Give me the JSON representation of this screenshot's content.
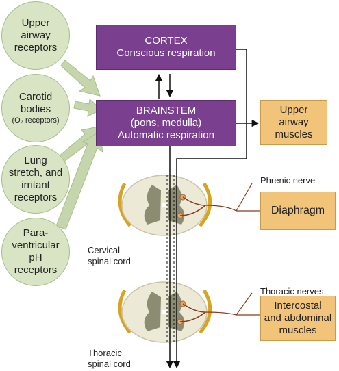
{
  "receptors": [
    {
      "lines": [
        "Upper",
        "airway",
        "receptors"
      ],
      "sub": ""
    },
    {
      "lines": [
        "Carotid",
        "bodies"
      ],
      "sub": "(O₂ receptors)"
    },
    {
      "lines": [
        "Lung",
        "stretch, and",
        "irritant",
        "receptors"
      ],
      "sub": ""
    },
    {
      "lines": [
        "Para-",
        "ventricular",
        "pH",
        "receptors"
      ],
      "sub": ""
    }
  ],
  "cortex": {
    "title": "CORTEX",
    "subtitle": "Conscious respiration"
  },
  "brainstem": {
    "title": "BRAINSTEM",
    "line2": "(pons, medulla)",
    "line3": "Automatic respiration"
  },
  "targets": {
    "upper_airway": [
      "Upper",
      "airway",
      "muscles"
    ],
    "diaphragm": [
      "Diaphragm"
    ],
    "intercostal": [
      "Intercostal",
      "and abdominal",
      "muscles"
    ]
  },
  "nerves": {
    "phrenic": "Phrenic nerve",
    "thoracic": "Thoracic nerves"
  },
  "spinal": {
    "cervical": [
      "Cervical",
      "spinal cord"
    ],
    "thoracic": [
      "Thoracic",
      "spinal cord"
    ]
  },
  "colors": {
    "receptor_fill": "#d8e4c4",
    "cortex_fill": "#7b3f8f",
    "target_fill": "#f2c47a"
  }
}
